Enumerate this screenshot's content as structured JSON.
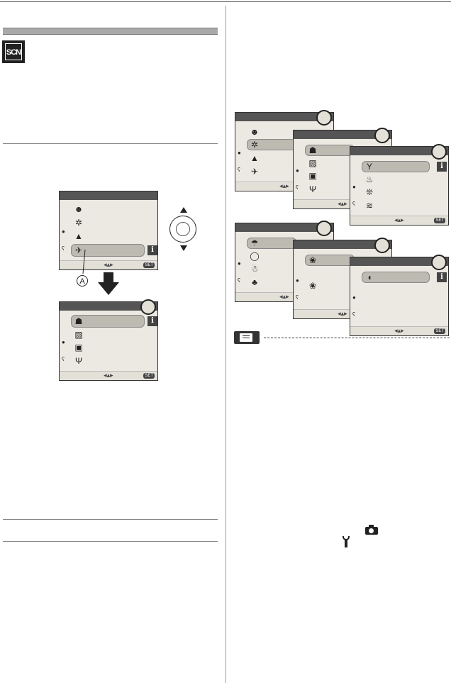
{
  "header": {
    "scn_badge": "SCN"
  },
  "left": {
    "callout_label": "A",
    "screen_top": {
      "info": "i",
      "set": "SET",
      "nav": "◂▴▸"
    },
    "screen_bottom": {
      "info": "i",
      "set": "SET",
      "nav": "◂▴▸"
    }
  },
  "right": {
    "set": "SET",
    "info": "i",
    "nav": "◂▴▸"
  },
  "icons": {
    "camera": "camera-icon",
    "wrench": "wrench-icon",
    "note": "note-icon",
    "cursor_key": "cursor-key-icon"
  }
}
